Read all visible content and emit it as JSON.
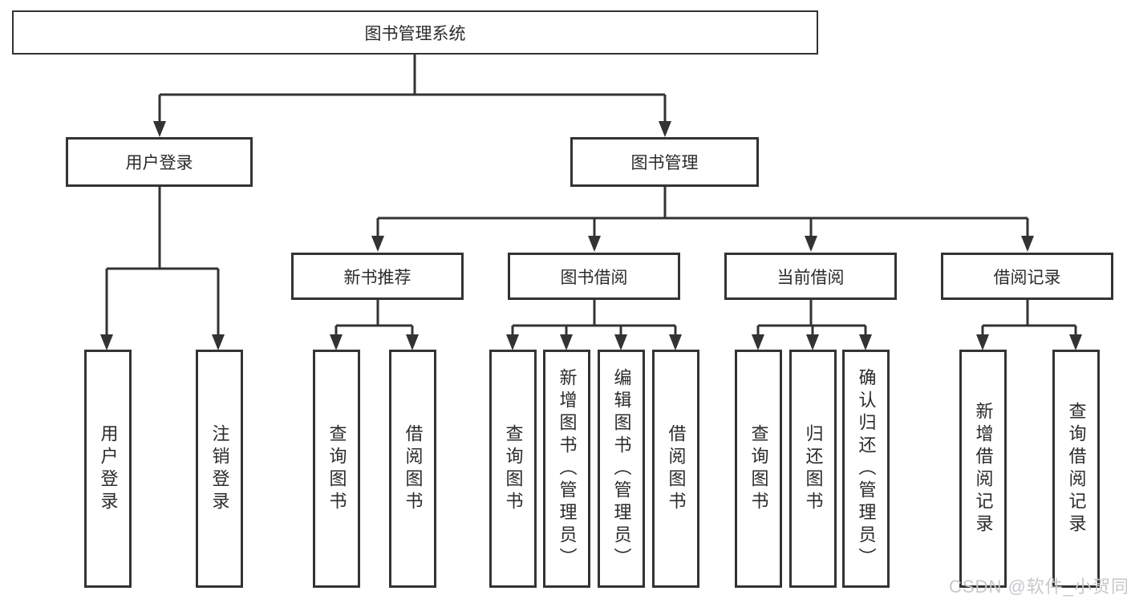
{
  "diagram": {
    "title": "图书管理系统",
    "branches": {
      "user_login": {
        "label": "用户登录",
        "children": {
          "login": "用户登录",
          "logout": "注销登录"
        }
      },
      "book_management": {
        "label": "图书管理",
        "sections": {
          "new_book_recommend": {
            "label": "新书推荐",
            "children": {
              "query_books": "查询图书",
              "borrow_books": "借阅图书"
            }
          },
          "book_borrowing": {
            "label": "图书借阅",
            "children": {
              "query_books": "查询图书",
              "add_books": "新增图书（管理员）",
              "edit_books": "编辑图书（管理员）",
              "borrow_books": "借阅图书"
            }
          },
          "current_borrowing": {
            "label": "当前借阅",
            "children": {
              "query_books": "查询图书",
              "return_books": "归还图书",
              "confirm_return": "确认归还（管理员）"
            }
          },
          "borrowing_records": {
            "label": "借阅记录",
            "children": {
              "add_record": "新增借阅记录",
              "query_record": "查询借阅记录"
            }
          }
        }
      }
    }
  },
  "watermark": {
    "text": "CSDN @软件_小贺同学",
    "color": "#c7c8cc"
  },
  "colors": {
    "line": "#333333",
    "box_border": "#333333",
    "text": "#2b2b2b",
    "background": "#ffffff"
  }
}
